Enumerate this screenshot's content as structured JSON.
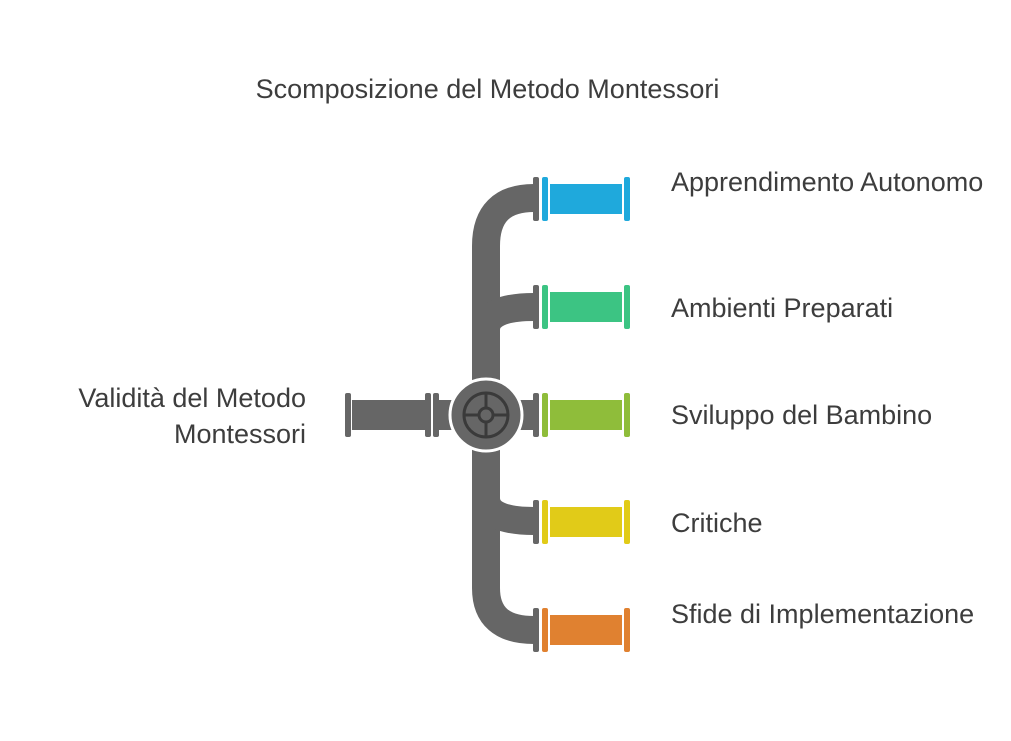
{
  "title": "Scomposizione del Metodo Montessori",
  "source": {
    "label": "Validità del Metodo Montessori",
    "color": "#666666"
  },
  "branches": [
    {
      "label": "Apprendimento Autonomo",
      "color": "#1fa9dc"
    },
    {
      "label": "Ambienti Preparati",
      "color": "#3cc483"
    },
    {
      "label": "Sviluppo del Bambino",
      "color": "#8fbd3a"
    },
    {
      "label": "Critiche",
      "color": "#e1cb18"
    },
    {
      "label": "Sfide di Implementazione",
      "color": "#e08130"
    }
  ],
  "icons": {
    "valve": "valve-wheel-icon"
  }
}
